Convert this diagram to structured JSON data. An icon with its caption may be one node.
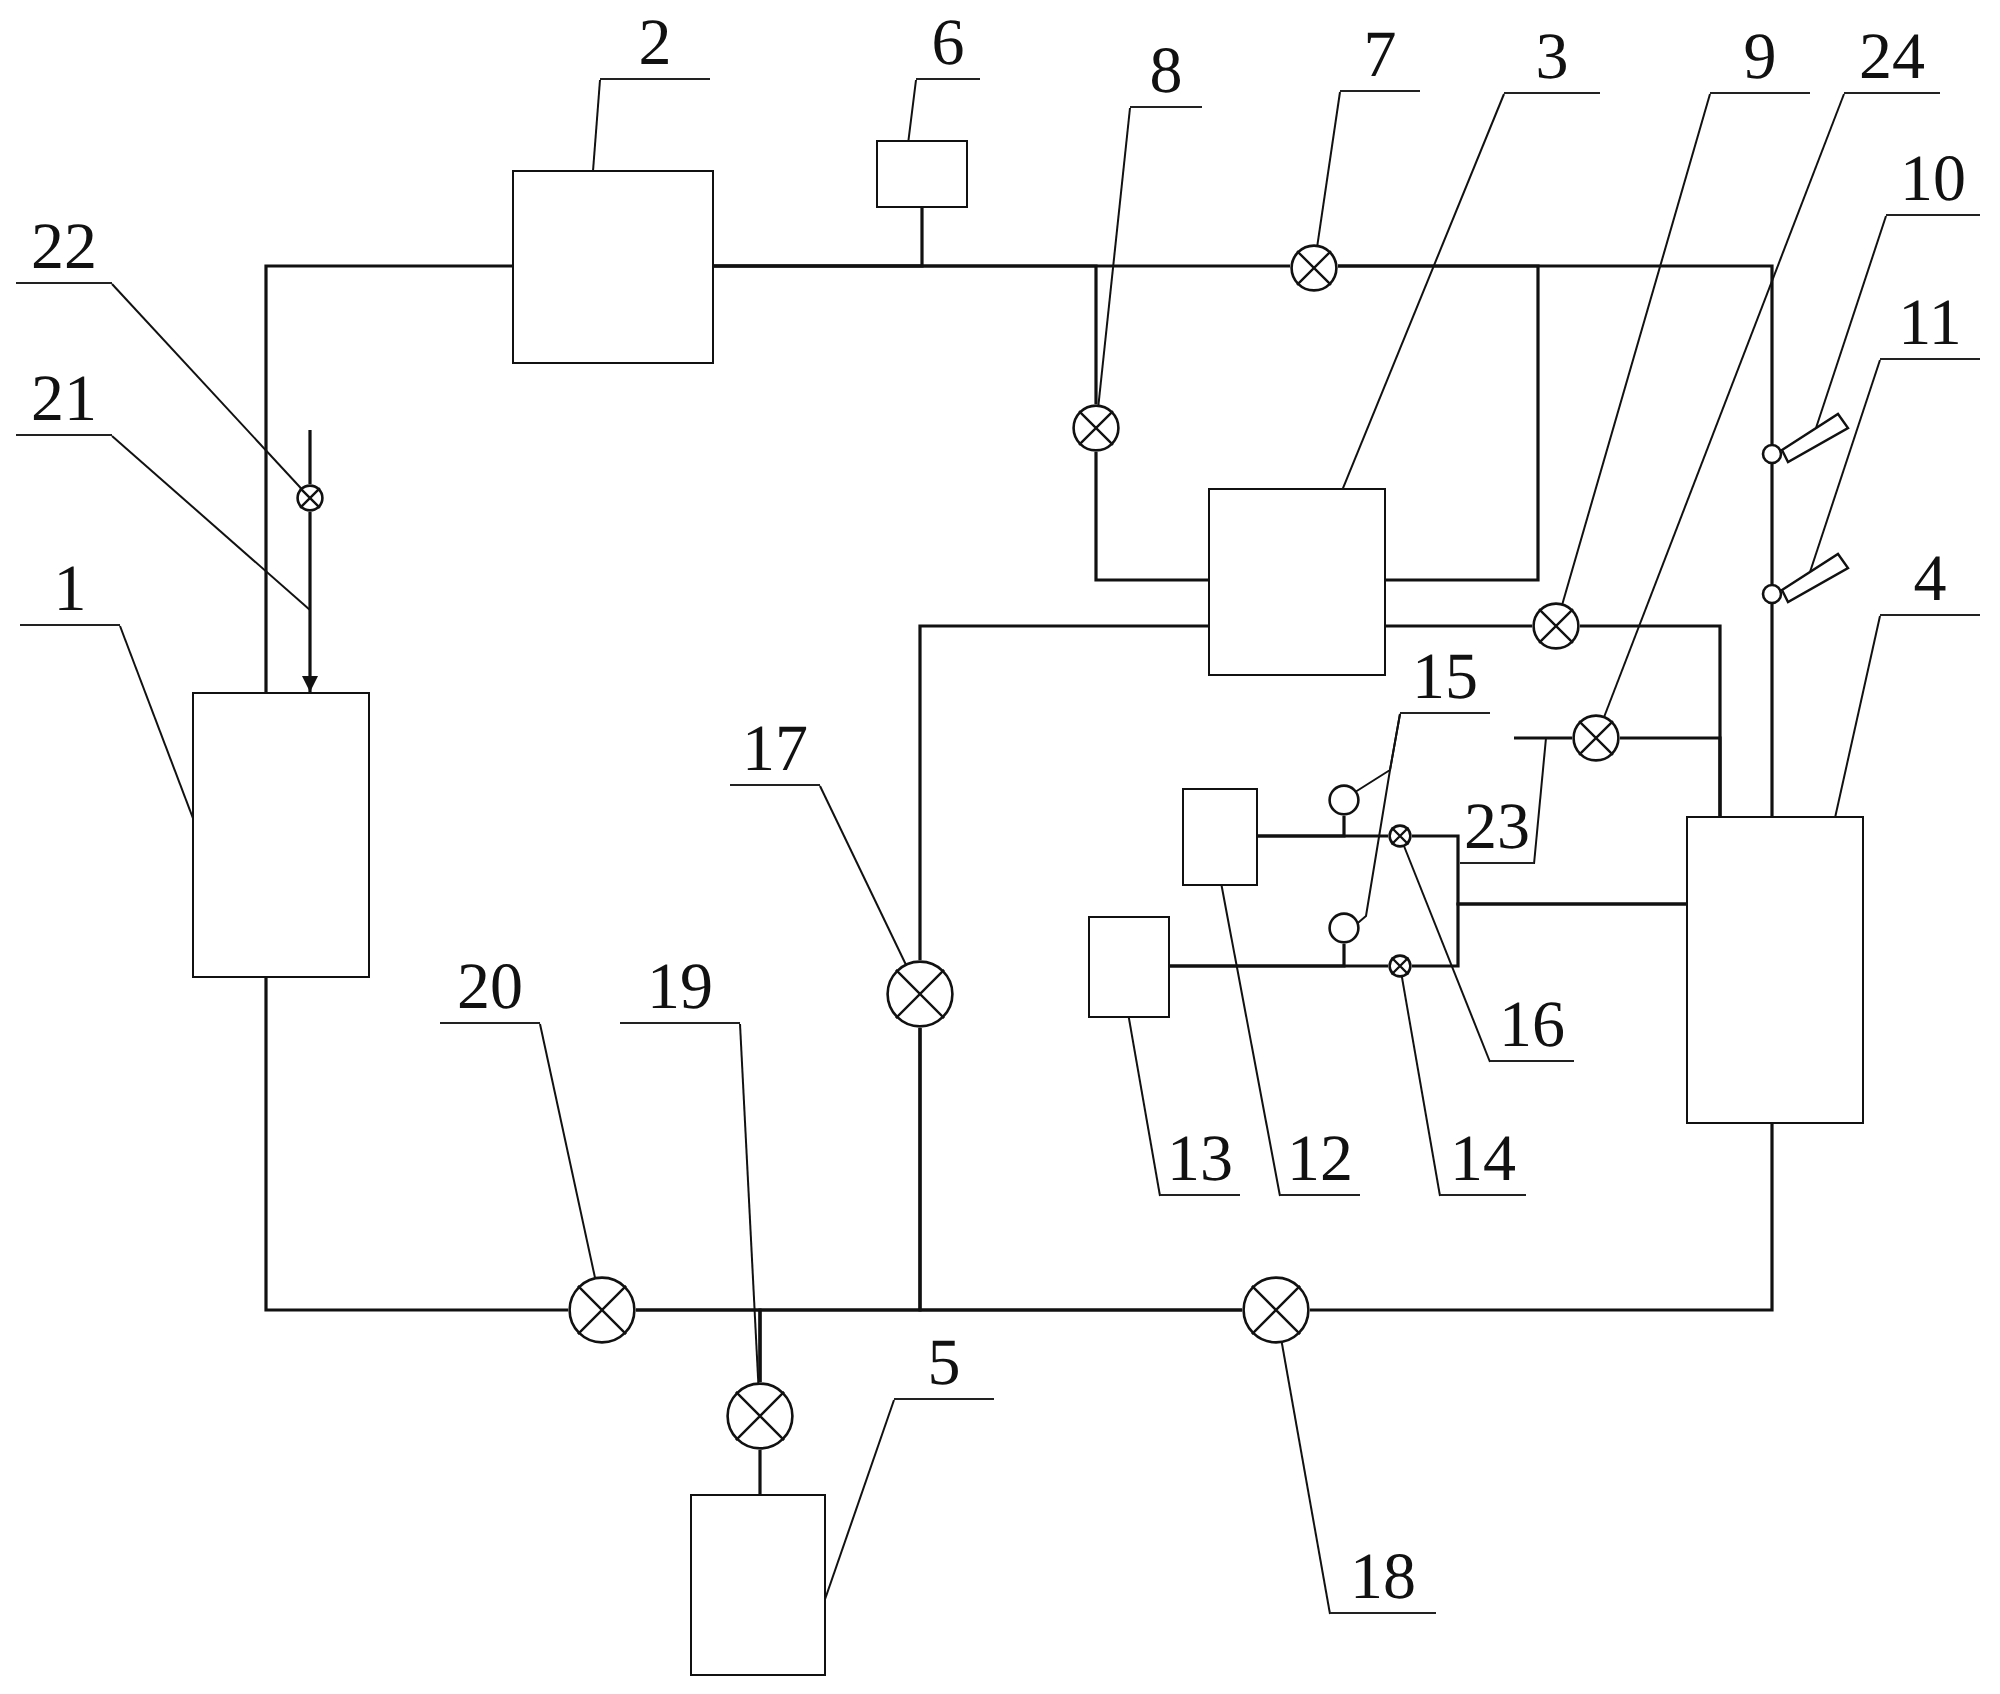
{
  "diagram": {
    "nodes": [
      {
        "text": [
          "2"
        ]
      },
      {
        "text": [
          "6"
        ]
      },
      {
        "text": [
          "8"
        ]
      },
      {
        "text": [
          "7"
        ]
      },
      {
        "text": [
          "3"
        ]
      },
      {
        "text": [
          "9"
        ]
      },
      {
        "text": [
          "24"
        ]
      },
      {
        "text": [
          "10"
        ]
      },
      {
        "text": [
          "22"
        ]
      },
      {
        "text": [
          "21"
        ]
      },
      {
        "text": [
          "11"
        ]
      },
      {
        "text": [
          "1"
        ]
      },
      {
        "text": [
          "4"
        ]
      },
      {
        "text": [
          "15"
        ]
      },
      {
        "text": [
          "17"
        ]
      },
      {
        "text": [
          "23"
        ]
      },
      {
        "text": [
          "20"
        ]
      },
      {
        "text": [
          "19"
        ]
      },
      {
        "text": [
          "16"
        ]
      },
      {
        "text": [
          "13"
        ]
      },
      {
        "text": [
          "12"
        ]
      },
      {
        "text": [
          "14"
        ]
      },
      {
        "text": [
          "5"
        ]
      },
      {
        "text": [
          "18"
        ]
      },
      {
        "text": [],
        "shape": "box"
      },
      {
        "text": [],
        "shape": "box"
      },
      {
        "text": [],
        "shape": "valve"
      },
      {
        "text": [],
        "shape": "valve"
      },
      {
        "text": [],
        "shape": "box"
      },
      {
        "text": [],
        "shape": "probe"
      },
      {
        "text": [],
        "shape": "valve"
      },
      {
        "text": [],
        "shape": "valve"
      },
      {
        "text": [],
        "shape": "valve"
      },
      {
        "text": [],
        "shape": "box"
      },
      {
        "text": [],
        "shape": "probe"
      },
      {
        "text": [],
        "shape": "box"
      },
      {
        "text": [],
        "shape": "gauge"
      },
      {
        "text": [],
        "shape": "box"
      },
      {
        "text": [],
        "shape": "valve"
      },
      {
        "text": [],
        "shape": "gauge"
      },
      {
        "text": [],
        "shape": "valve"
      },
      {
        "text": [],
        "shape": "box"
      },
      {
        "text": [],
        "shape": "valve"
      },
      {
        "text": [],
        "shape": "valve"
      },
      {
        "text": [],
        "shape": "valve"
      },
      {
        "text": [],
        "shape": "valve"
      },
      {
        "text": [],
        "shape": "box"
      }
    ],
    "edges": [
      {
        "from": 0,
        "to": 24,
        "arrow": "none"
      },
      {
        "from": 1,
        "to": 25,
        "arrow": "none"
      },
      {
        "from": 2,
        "to": 26,
        "arrow": "none"
      },
      {
        "from": 3,
        "to": 27,
        "arrow": "none"
      },
      {
        "from": 4,
        "to": 28,
        "arrow": "none"
      },
      {
        "from": 5,
        "to": 30,
        "arrow": "none"
      },
      {
        "from": 6,
        "to": 31,
        "arrow": "none"
      },
      {
        "from": 7,
        "to": 29,
        "arrow": "none"
      },
      {
        "from": 8,
        "to": 32,
        "arrow": "none"
      },
      {
        "from": 9,
        "to": null,
        "arrow": "none"
      },
      {
        "from": 10,
        "to": 34,
        "arrow": "none"
      },
      {
        "from": 11,
        "to": 33,
        "arrow": "none"
      },
      {
        "from": 12,
        "to": 35,
        "arrow": "none"
      },
      {
        "from": 13,
        "to": 36,
        "arrow": "none"
      },
      {
        "from": 13,
        "to": 39,
        "arrow": "none"
      },
      {
        "from": 14,
        "to": 40,
        "arrow": "none"
      },
      {
        "from": 15,
        "to": null,
        "arrow": "none"
      },
      {
        "from": 16,
        "to": 43,
        "arrow": "none"
      },
      {
        "from": 17,
        "to": 45,
        "arrow": "none"
      },
      {
        "from": 18,
        "to": 38,
        "arrow": "none"
      },
      {
        "from": 19,
        "to": 41,
        "arrow": "none"
      },
      {
        "from": 20,
        "to": 37,
        "arrow": "none"
      },
      {
        "from": 21,
        "to": 42,
        "arrow": "none"
      },
      {
        "from": 22,
        "to": 46,
        "arrow": "none"
      },
      {
        "from": 23,
        "to": 44,
        "arrow": "none"
      },
      {
        "from": null,
        "to": 32,
        "arrow": "none"
      },
      {
        "from": 32,
        "to": 33,
        "arrow": "to"
      },
      {
        "from": 33,
        "to": 24,
        "arrow": "none"
      },
      {
        "from": 24,
        "to": 25,
        "arrow": "none"
      },
      {
        "from": 24,
        "to": 26,
        "arrow": "none"
      },
      {
        "from": 26,
        "to": 28,
        "arrow": "none"
      },
      {
        "from": 24,
        "to": 27,
        "arrow": "none"
      },
      {
        "from": 27,
        "to": 28,
        "arrow": "none"
      },
      {
        "from": 27,
        "to": 29,
        "arrow": "none"
      },
      {
        "from": 29,
        "to": 34,
        "arrow": "none"
      },
      {
        "from": 34,
        "to": 35,
        "arrow": "none"
      },
      {
        "from": 28,
        "to": 30,
        "arrow": "none"
      },
      {
        "from": 30,
        "to": 35,
        "arrow": "none"
      },
      {
        "from": 31,
        "to": 35,
        "arrow": "none"
      },
      {
        "from": 31,
        "to": null,
        "arrow": "none"
      },
      {
        "from": 28,
        "to": 40,
        "arrow": "none"
      },
      {
        "from": 37,
        "to": 36,
        "arrow": "none"
      },
      {
        "from": 37,
        "to": 38,
        "arrow": "none"
      },
      {
        "from": 38,
        "to": 35,
        "arrow": "none"
      },
      {
        "from": 41,
        "to": 39,
        "arrow": "none"
      },
      {
        "from": 41,
        "to": 42,
        "arrow": "none"
      },
      {
        "from": 42,
        "to": 35,
        "arrow": "none"
      },
      {
        "from": 33,
        "to": 43,
        "arrow": "none"
      },
      {
        "from": 43,
        "to": 45,
        "arrow": "none"
      },
      {
        "from": 40,
        "to": 45,
        "arrow": "none"
      },
      {
        "from": 43,
        "to": 44,
        "arrow": "none"
      },
      {
        "from": 40,
        "to": 44,
        "arrow": "none"
      },
      {
        "from": 44,
        "to": 35,
        "arrow": "none"
      },
      {
        "from": 45,
        "to": 46,
        "arrow": "none"
      }
    ]
  }
}
